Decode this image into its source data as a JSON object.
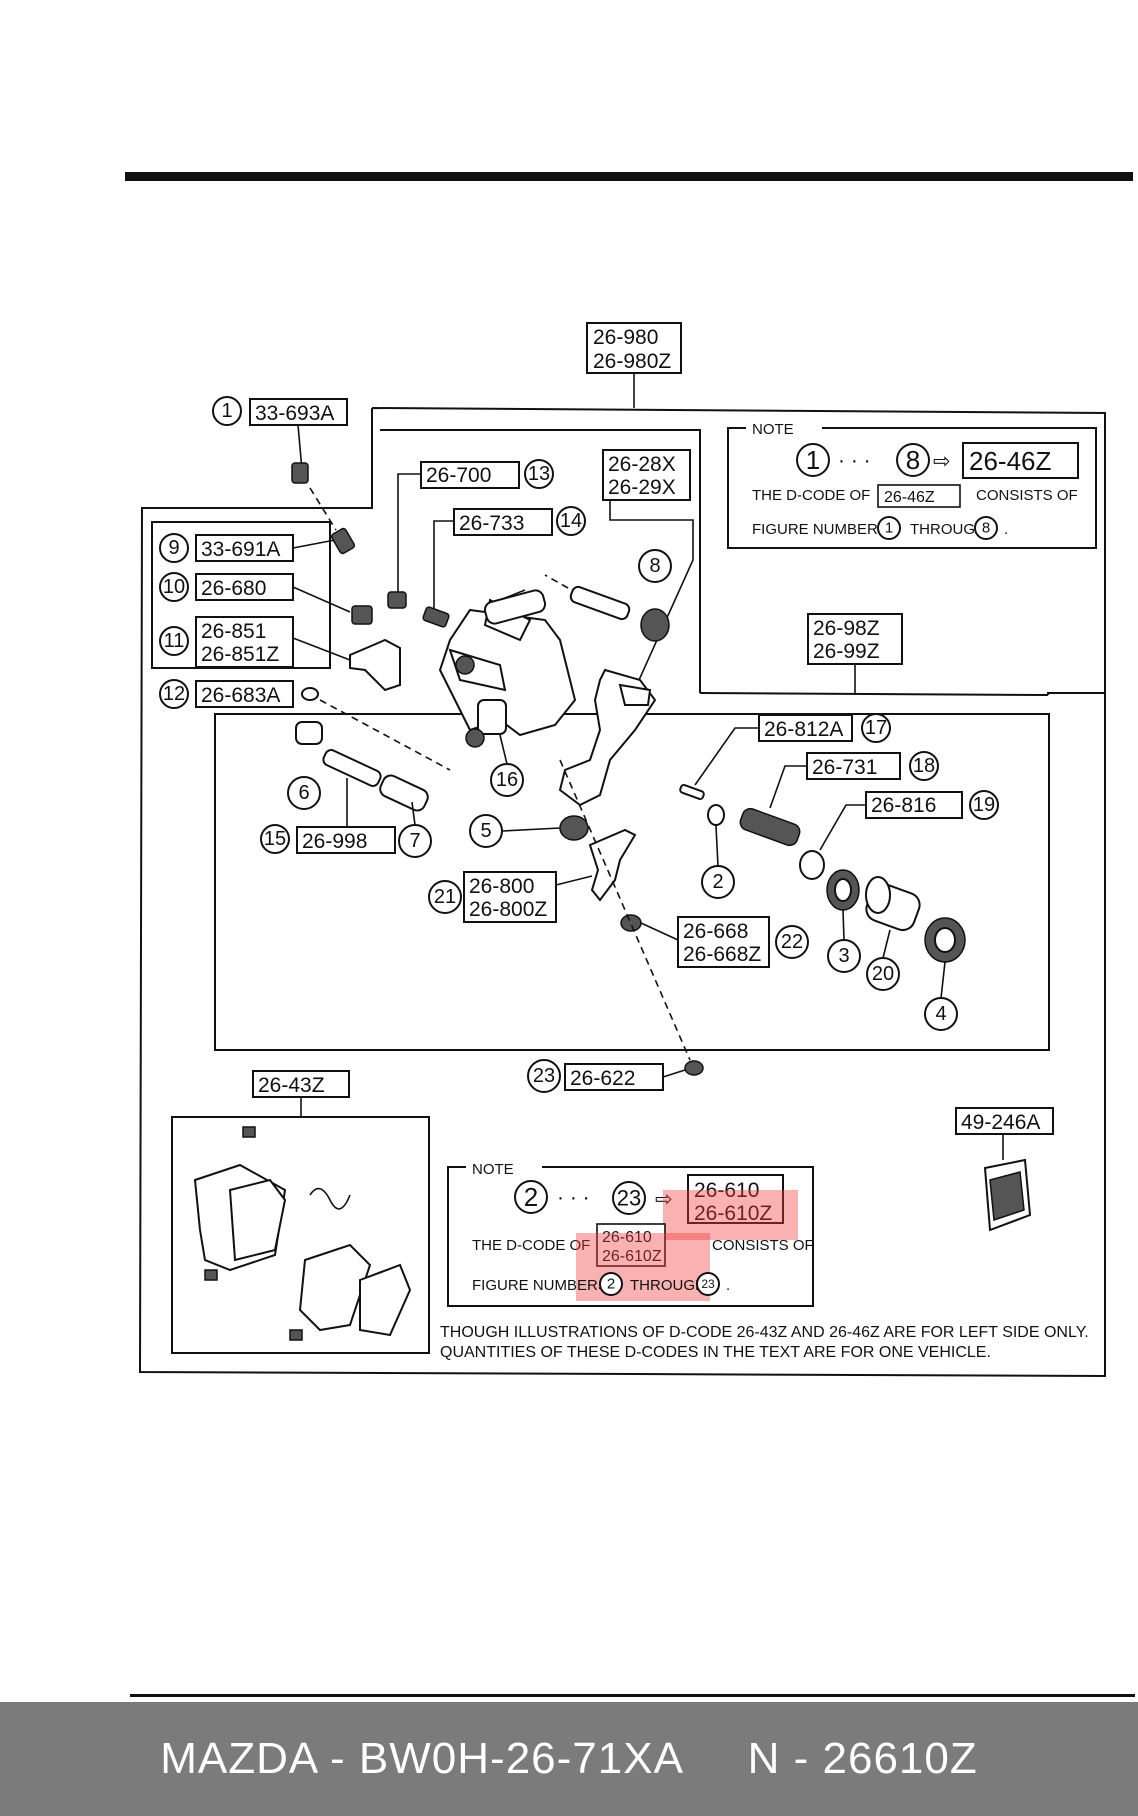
{
  "labels": {
    "top": [
      "26-980",
      "26-980Z"
    ],
    "c1": "33-693A",
    "c13": "26-700",
    "c14": "26-733",
    "c8grp": [
      "26-28X",
      "26-29X"
    ],
    "c9": "33-691A",
    "c10": "26-680",
    "c11": [
      "26-851",
      "26-851Z"
    ],
    "c12": "26-683A",
    "c15": "26-998",
    "c21": [
      "26-800",
      "26-800Z"
    ],
    "c22": [
      "26-668",
      "26-668Z"
    ],
    "c23": "26-622",
    "right": [
      "26-98Z",
      "26-99Z"
    ],
    "c17": "26-812A",
    "c18": "26-731",
    "c19": "26-816",
    "pads": "26-43Z",
    "grease": "49-246A"
  },
  "circled_numbers": [
    "1",
    "2",
    "3",
    "4",
    "5",
    "6",
    "7",
    "8",
    "9",
    "10",
    "11",
    "12",
    "13",
    "14",
    "15",
    "16",
    "17",
    "18",
    "19",
    "20",
    "21",
    "22",
    "23"
  ],
  "note1": {
    "title": "NOTE",
    "from": "1",
    "dots": "· · ·",
    "to": "8",
    "arrow": "⇨",
    "result": "26-46Z",
    "line1_prefix": "THE D-CODE OF",
    "line1_code": "26-46Z",
    "line1_suffix": "CONSISTS OF",
    "line2_prefix": "FIGURE NUMBERS",
    "line2_mid": "THROUGH",
    "line2_end": "."
  },
  "note2": {
    "title": "NOTE",
    "from": "2",
    "dots": "· · ·",
    "to": "23",
    "arrow": "⇨",
    "result": [
      "26-610",
      "26-610Z"
    ],
    "line1_prefix": "THE D-CODE OF",
    "line1_code": [
      "26-610",
      "26-610Z"
    ],
    "line1_suffix": "CONSISTS OF",
    "line2_prefix": "FIGURE NUMBERS",
    "line2_mid": "THROUGH",
    "line2_end": "."
  },
  "footnote": [
    "THOUGH ILLUSTRATIONS OF D-CODE 26-43Z AND 26-46Z ARE FOR LEFT SIDE ONLY.",
    "QUANTITIES OF THESE D-CODES IN THE TEXT ARE FOR ONE VEHICLE."
  ],
  "footer": {
    "text": "MAZDA - BW0H-26-71XA     N - 26610Z",
    "background": "#7b7b7b"
  },
  "highlight_color": "#f03c3c"
}
